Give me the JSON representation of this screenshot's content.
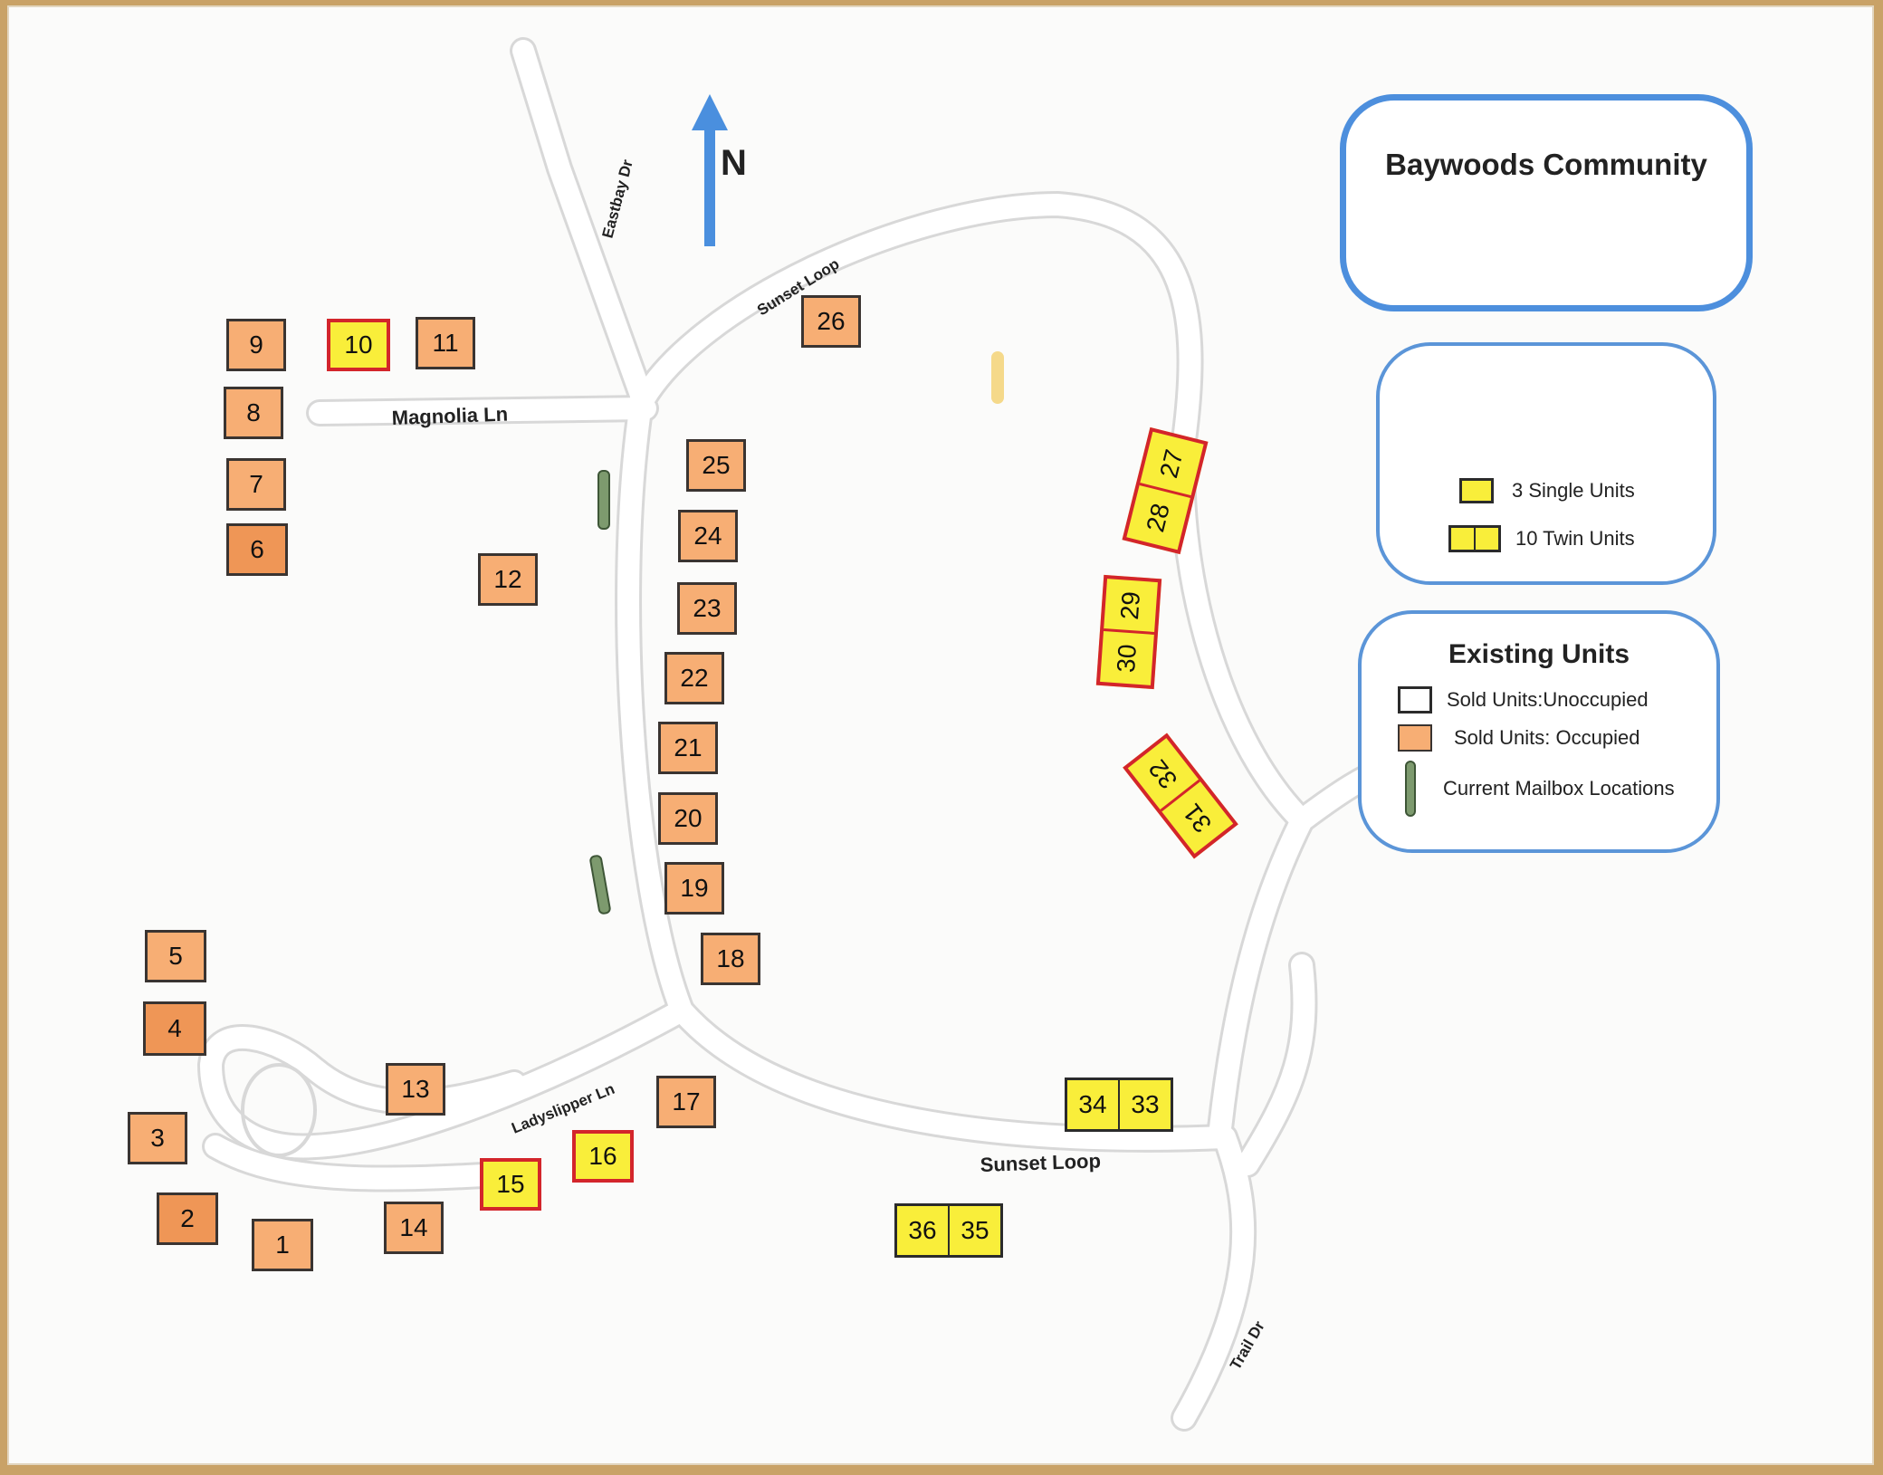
{
  "title": "Baywoods Community",
  "north_label": "N",
  "roads": {
    "eastbay": "Eastbay Dr",
    "sunset_top": "Sunset Loop",
    "magnolia": "Magnolia Ln",
    "ladyslipper": "Ladyslipper Ln",
    "sunset_bottom": "Sunset Loop",
    "trail": "Trail Dr"
  },
  "legend_new": {
    "single": "3 Single Units",
    "twin": "10 Twin Units"
  },
  "legend_existing": {
    "heading": "Existing Units",
    "unoccupied": "Sold Units:Unoccupied",
    "occupied": "Sold Units: Occupied",
    "mailbox": "Current Mailbox Locations"
  },
  "lots": {
    "l1": "1",
    "l2": "2",
    "l3": "3",
    "l4": "4",
    "l5": "5",
    "l6": "6",
    "l7": "7",
    "l8": "8",
    "l9": "9",
    "l10": "10",
    "l11": "11",
    "l12": "12",
    "l13": "13",
    "l14": "14",
    "l15": "15",
    "l16": "16",
    "l17": "17",
    "l18": "18",
    "l19": "19",
    "l20": "20",
    "l21": "21",
    "l22": "22",
    "l23": "23",
    "l24": "24",
    "l25": "25",
    "l26": "26",
    "l27": "27",
    "l28": "28",
    "l29": "29",
    "l30": "30",
    "l31": "31",
    "l32": "32",
    "l33": "33",
    "l34": "34",
    "l35": "35",
    "l36": "36"
  },
  "colors": {
    "occupied": "#f7ae74",
    "new_unit": "#f9ee3a",
    "new_unit_border": "#d3252b",
    "mailbox": "#7d9a6e",
    "panel_border": "#5b95d8",
    "road": "#e0e0e0"
  }
}
